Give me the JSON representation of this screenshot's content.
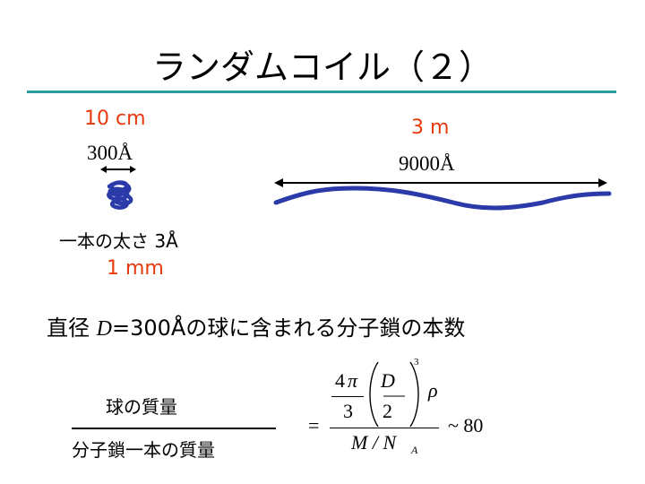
{
  "slide": {
    "title": "ランダムコイル（２）"
  },
  "coil": {
    "scaled_size": "10 cm",
    "actual_size": "300Å",
    "thickness": "一本の太さ 3Å",
    "thickness_scaled": "1 mm"
  },
  "chain": {
    "scaled_length": "3 m",
    "actual_length": "9000Å"
  },
  "question": {
    "prefix": "直径 ",
    "variable": "D",
    "suffix": "=300Åの球に含まれる分子鎖の本数"
  },
  "ratio": {
    "numerator": "球の質量",
    "denominator": "分子鎖一本の質量"
  },
  "formula": {
    "equals": "=",
    "coef_num": "4",
    "pi": "π",
    "d_var": "D",
    "d_den": "2",
    "exponent": "3",
    "rho": "ρ",
    "coef_den": "3",
    "denominator": "M / N",
    "subscript": "A",
    "result": "~ 80"
  },
  "colors": {
    "accent_rule": "#2a9e9e",
    "highlight_text": "#e8390e",
    "polymer": "#2a3aa8"
  }
}
